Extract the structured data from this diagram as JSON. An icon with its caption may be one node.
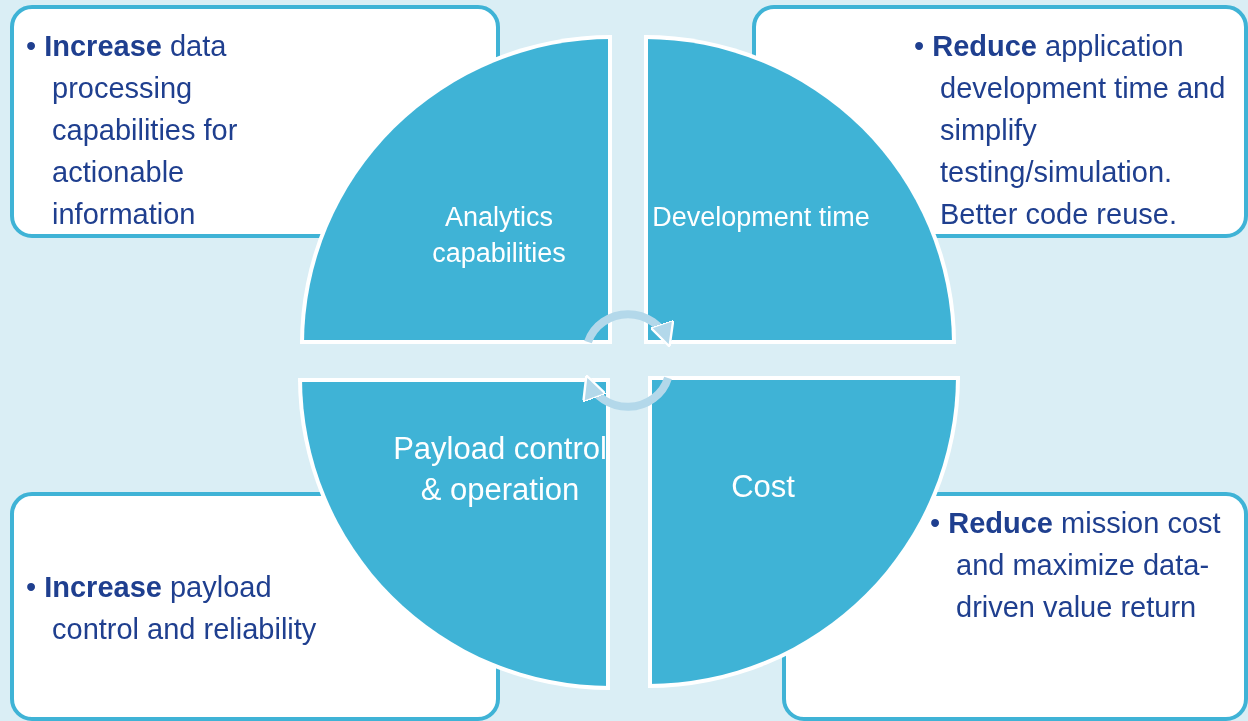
{
  "diagram": {
    "nodes": [
      {
        "text": [
          "• **Increase** data processing capabilities for actionable information"
        ]
      },
      {
        "text": [
          "Analytics capabilities"
        ]
      },
      {
        "text": [
          "Development time"
        ]
      },
      {
        "text": [
          "• **Reduce** application development time and simplify testing/simulation. Better code reuse."
        ]
      },
      {
        "text": [
          "Payload control & operation"
        ]
      },
      {
        "text": [
          "Cost"
        ]
      },
      {
        "text": [
          "• **Increase** payload control and reliability"
        ]
      },
      {
        "text": [
          "• **Reduce** mission cost and maximize data-driven value return"
        ]
      }
    ],
    "edges": [
      {
        "from": 1,
        "to": 2,
        "arrow": "to"
      },
      {
        "from": 5,
        "to": 4,
        "arrow": "to"
      }
    ]
  }
}
